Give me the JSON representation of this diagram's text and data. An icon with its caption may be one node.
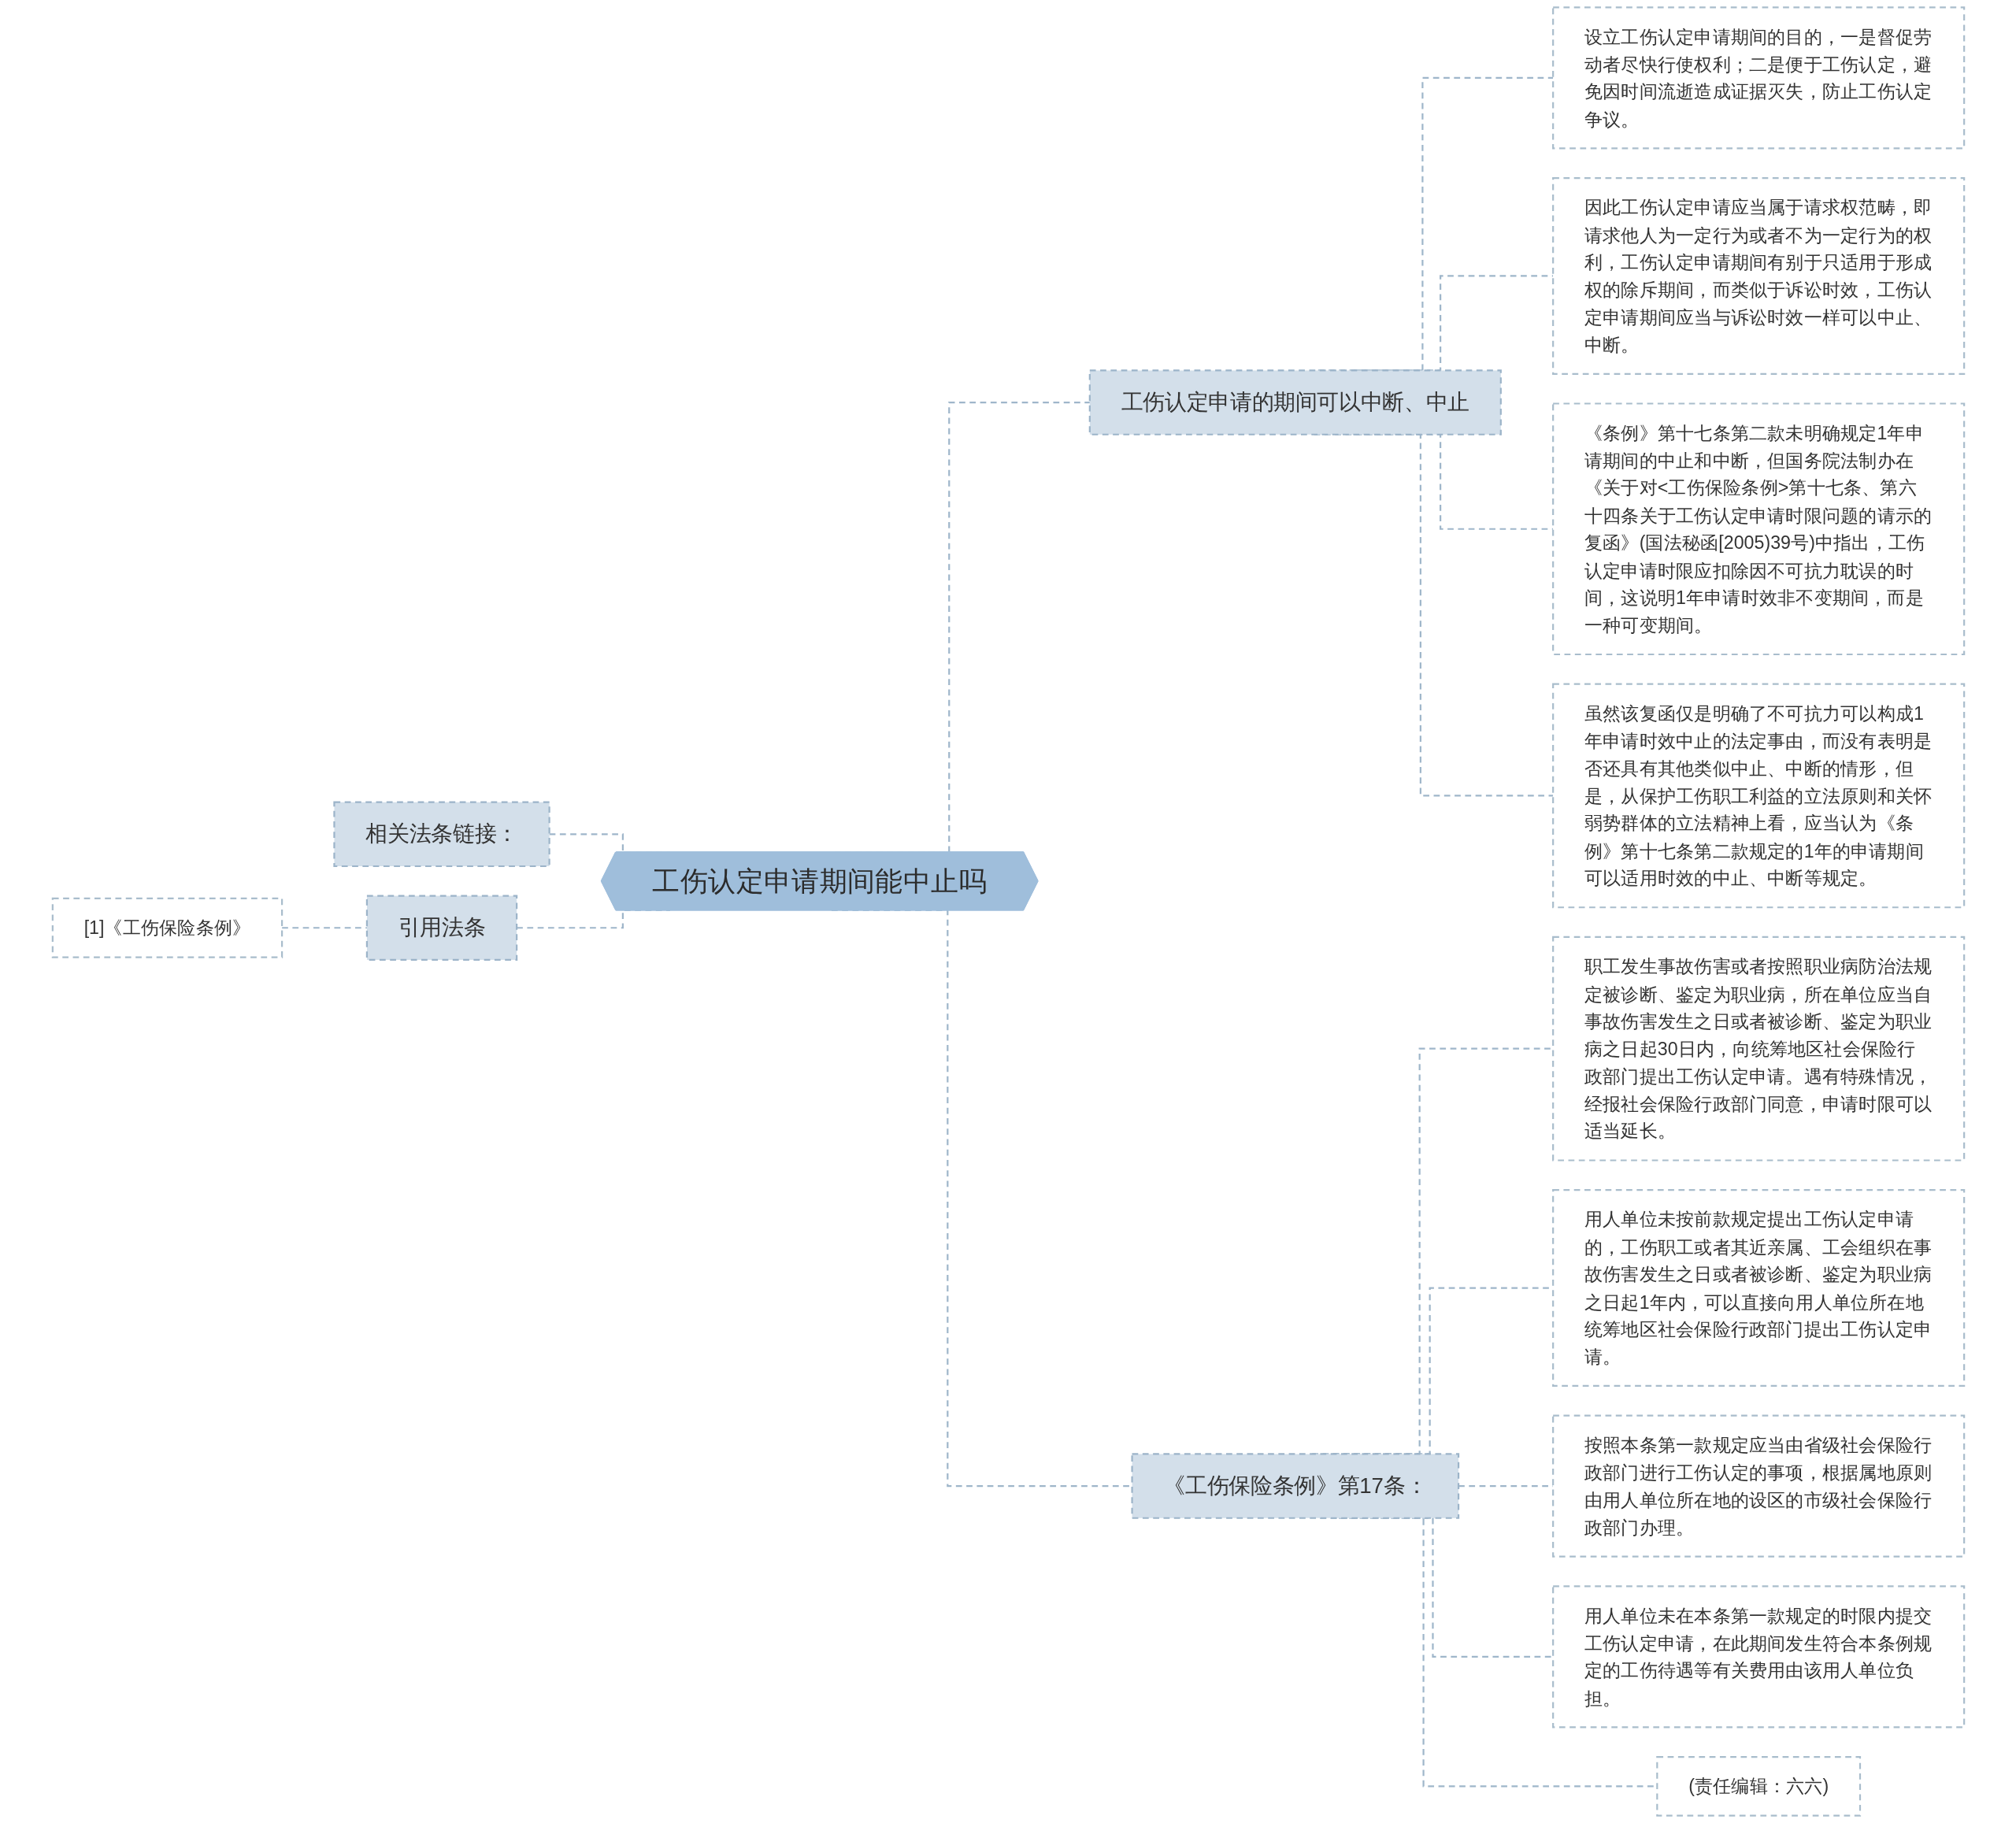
{
  "diagram": {
    "nodes": [
      {
        "text": [
          "工伤认定申请期间能中止吗"
        ]
      },
      {
        "text": [
          "工伤认定申请的期间可以中断、中止"
        ]
      },
      {
        "text": [
          "设立工伤认定申请期间的目的，一是督促劳动者尽快行使权利；二是便于工伤认定，避免因时间流逝造成证据灭失，防止工伤认定争议。"
        ]
      },
      {
        "text": [
          "因此工伤认定申请应当属于请求权范畴，即请求他人为一定行为或者不为一定行为的权利，工伤认定申请期间有别于只适用于形成权的除斥期间，而类似于诉讼时效，工伤认定申请期间应当与诉讼时效一样可以中止、中断。"
        ]
      },
      {
        "text": [
          "《条例》第十七条第二款未明确规定1年申请期间的中止和中断，但国务院法制办在《关于对<工伤保险条例>第十七条、第六十四条关于工伤认定申请时限问题的请示的复函》(国法秘函[2005)39号)中指出，工伤认定申请时限应扣除因不可抗力耽误的时间，这说明1年申请时效非不变期间，而是一种可变期间。"
        ]
      },
      {
        "text": [
          "虽然该复函仅是明确了不可抗力可以构成1年申请时效中止的法定事由，而没有表明是否还具有其他类似中止、中断的情形，但是，从保护工伤职工利益的立法原则和关怀弱势群体的立法精神上看，应当认为《条例》第十七条第二款规定的1年的申请期间可以适用时效的中止、中断等规定。"
        ]
      },
      {
        "text": [
          "《工伤保险条例》第17条："
        ]
      },
      {
        "text": [
          "职工发生事故伤害或者按照职业病防治法规定被诊断、鉴定为职业病，所在单位应当自事故伤害发生之日或者被诊断、鉴定为职业病之日起30日内，向统筹地区社会保险行政部门提出工伤认定申请。遇有特殊情况，经报社会保险行政部门同意，申请时限可以适当延长。"
        ]
      },
      {
        "text": [
          "用人单位未按前款规定提出工伤认定申请的，工伤职工或者其近亲属、工会组织在事故伤害发生之日或者被诊断、鉴定为职业病之日起1年内，可以直接向用人单位所在地统筹地区社会保险行政部门提出工伤认定申请。"
        ]
      },
      {
        "text": [
          "按照本条第一款规定应当由省级社会保险行政部门进行工伤认定的事项，根据属地原则由用人单位所在地的设区的市级社会保险行政部门办理。"
        ]
      },
      {
        "text": [
          "用人单位未在本条第一款规定的时限内提交工伤认定申请，在此期间发生符合本条例规定的工伤待遇等有关费用由该用人单位负担。"
        ]
      },
      {
        "text": [
          "(责任编辑：六六)"
        ]
      },
      {
        "text": [
          "相关法条链接："
        ]
      },
      {
        "text": [
          "引用法条"
        ]
      },
      {
        "text": [
          "[1]《工伤保险条例》"
        ]
      }
    ],
    "edges": [
      {
        "from": 0,
        "to": 1,
        "arrow": "none",
        "style": "dashed"
      },
      {
        "from": 1,
        "to": 2,
        "arrow": "none",
        "style": "dashed"
      },
      {
        "from": 1,
        "to": 3,
        "arrow": "none",
        "style": "dashed"
      },
      {
        "from": 1,
        "to": 4,
        "arrow": "none",
        "style": "dashed"
      },
      {
        "from": 1,
        "to": 5,
        "arrow": "none",
        "style": "dashed"
      },
      {
        "from": 0,
        "to": 6,
        "arrow": "none",
        "style": "dashed"
      },
      {
        "from": 6,
        "to": 7,
        "arrow": "none",
        "style": "dashed"
      },
      {
        "from": 6,
        "to": 8,
        "arrow": "none",
        "style": "dashed"
      },
      {
        "from": 6,
        "to": 9,
        "arrow": "none",
        "style": "dashed"
      },
      {
        "from": 6,
        "to": 10,
        "arrow": "none",
        "style": "dashed"
      },
      {
        "from": 6,
        "to": 11,
        "arrow": "none",
        "style": "dashed"
      },
      {
        "from": 0,
        "to": 12,
        "arrow": "none",
        "style": "dashed"
      },
      {
        "from": 0,
        "to": 13,
        "arrow": "none",
        "style": "dashed"
      },
      {
        "from": 13,
        "to": 14,
        "arrow": "none",
        "style": "dashed"
      }
    ]
  }
}
